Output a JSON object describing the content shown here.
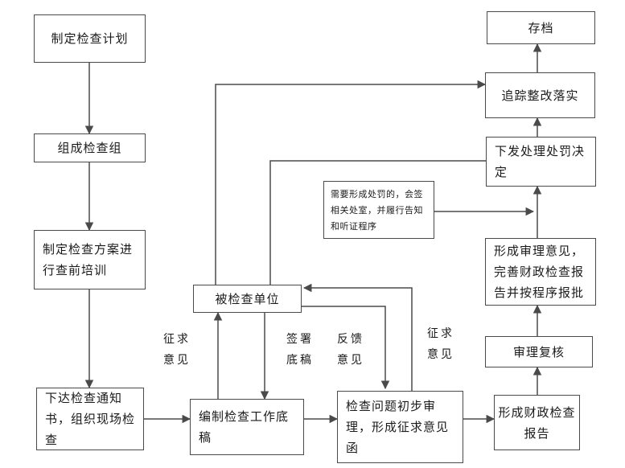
{
  "nodes": {
    "plan": "制定检查计划",
    "team": "组成检查组",
    "scheme": "制定检查方案进行查前培训",
    "notice": "下达检查通知书，组织现场检查",
    "draft": "编制检查工作底稿",
    "initial": "检查问题初步审理，形成征求意见函",
    "inspected": "被检查单位",
    "report": "形成财政检查报告",
    "review": "审理复核",
    "opinion": "形成审理意见，完善财政检查报告并按程序报批",
    "penalty_note": "需要形成处罚的，会签相关处室，并履行告知和听证程序",
    "decision": "下发处理处罚决定",
    "track": "追踪整改落实",
    "archive": "存档"
  },
  "edge_labels": {
    "solicit_left": "征求意见",
    "sign": "签署底稿",
    "feedback": "反馈意见",
    "solicit_right": "征求意见"
  }
}
